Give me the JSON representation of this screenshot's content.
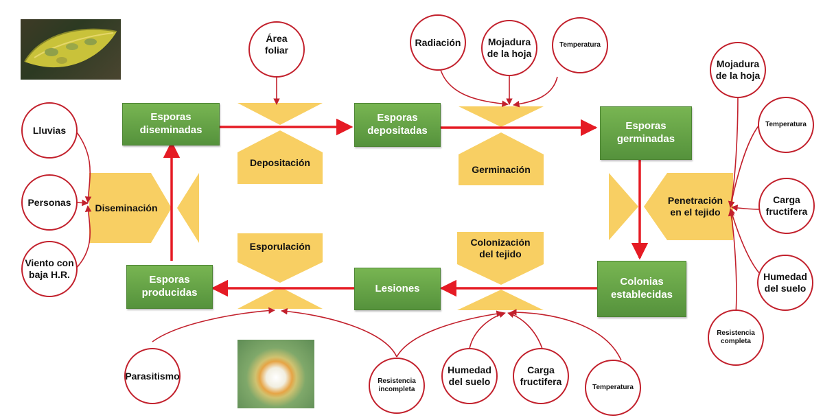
{
  "colors": {
    "box_green": "#5fa042",
    "gate_yellow": "#f8cf63",
    "arrow_red": "#e51b24",
    "circle_border": "#c2202c"
  },
  "images": {
    "leaf_photo": "diseased-coffee-leaf-photo",
    "lesion_photo": "leaf-lesion-closeup-photo"
  },
  "stages": {
    "esporas_diseminadas": "Esporas\ndiseminadas",
    "esporas_depositadas": "Esporas\ndepositadas",
    "esporas_germinadas": "Esporas\ngerminadas",
    "colonias_establecidas": "Colonias\nestablecidas",
    "lesiones": "Lesiones",
    "esporas_producidas": "Esporas\nproducidas"
  },
  "processes": {
    "depositacion": "Depositación",
    "germinacion": "Germinación",
    "penetracion": "Penetración\nen el tejido",
    "colonizacion": "Colonización\ndel tejido",
    "esporulacion": "Esporulación",
    "diseminacion": "Diseminación"
  },
  "factors": {
    "area_foliar": "Área\nfoliar",
    "radiacion": "Radiación",
    "mojadura_germ": "Mojadura\nde la hoja",
    "temperatura_germ": "Temperatura",
    "mojadura_pen": "Mojadura\nde la hoja",
    "temperatura_pen": "Temperatura",
    "carga_pen": "Carga\nfructifera",
    "humedad_pen": "Humedad\ndel suelo",
    "resistencia_completa": "Resistencia\ncompleta",
    "lluvias": "Lluvias",
    "personas": "Personas",
    "viento": "Viento con\nbaja H.R.",
    "parasitismo": "Parasitismo",
    "resistencia_incompleta": "Resistencia\nincompleta",
    "humedad_col": "Humedad\ndel suelo",
    "carga_col": "Carga\nfructifera",
    "temperatura_col": "Temperatura"
  }
}
